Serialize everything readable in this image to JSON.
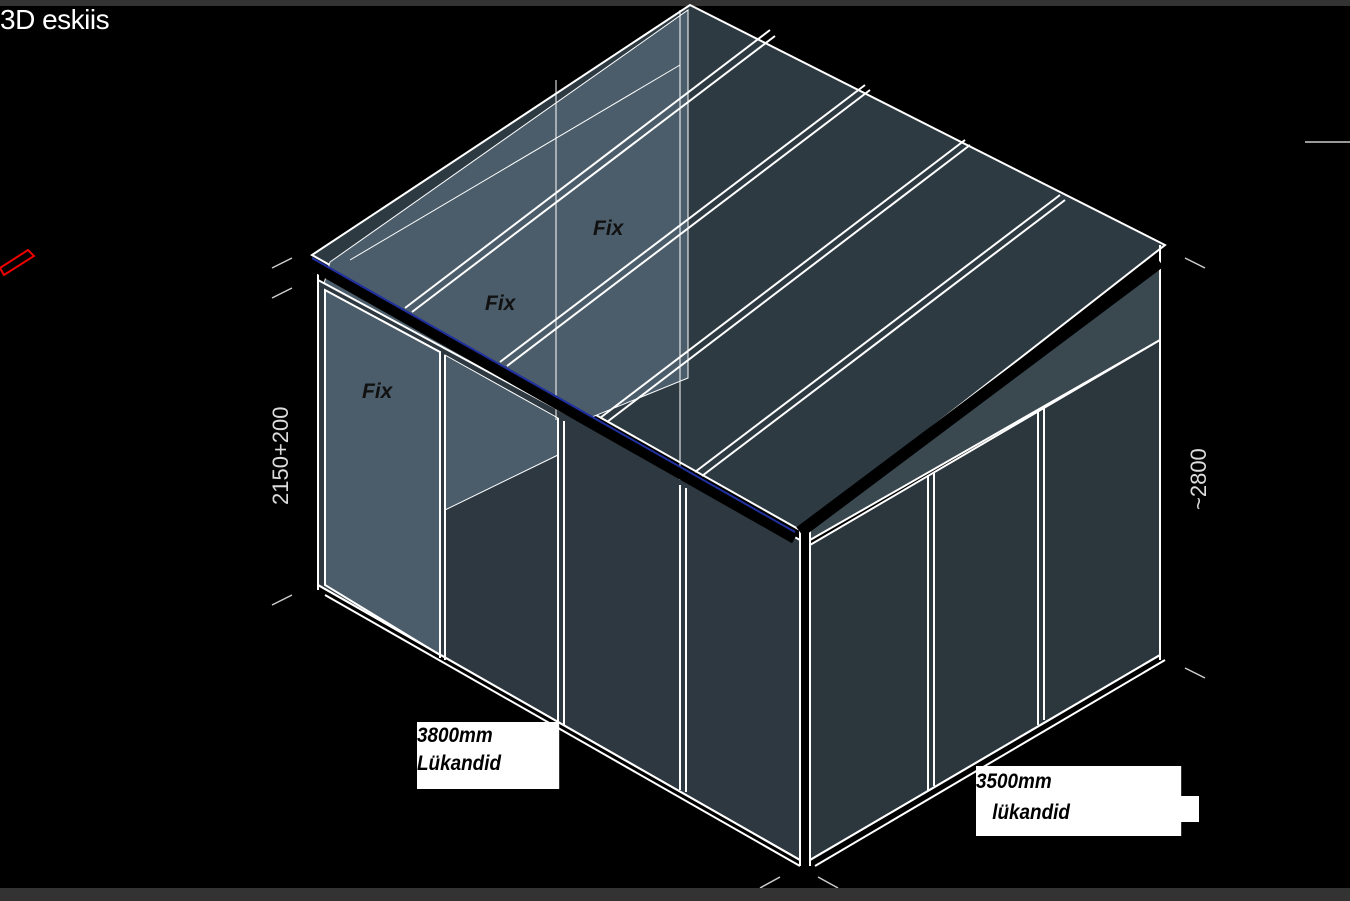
{
  "title": "3D eskiis",
  "labels": {
    "front_width": "3800mm",
    "front_type": "Lükandid",
    "side_width": "3500mm",
    "side_type": "lükandid",
    "fix": "Fix",
    "left_height": "2150+200",
    "right_height": "~2800"
  },
  "colors": {
    "glass_dark": "#2d3840",
    "glass_light": "#4b5d6a",
    "frame": "#ffffff",
    "beam_accent": "#2030a0"
  }
}
